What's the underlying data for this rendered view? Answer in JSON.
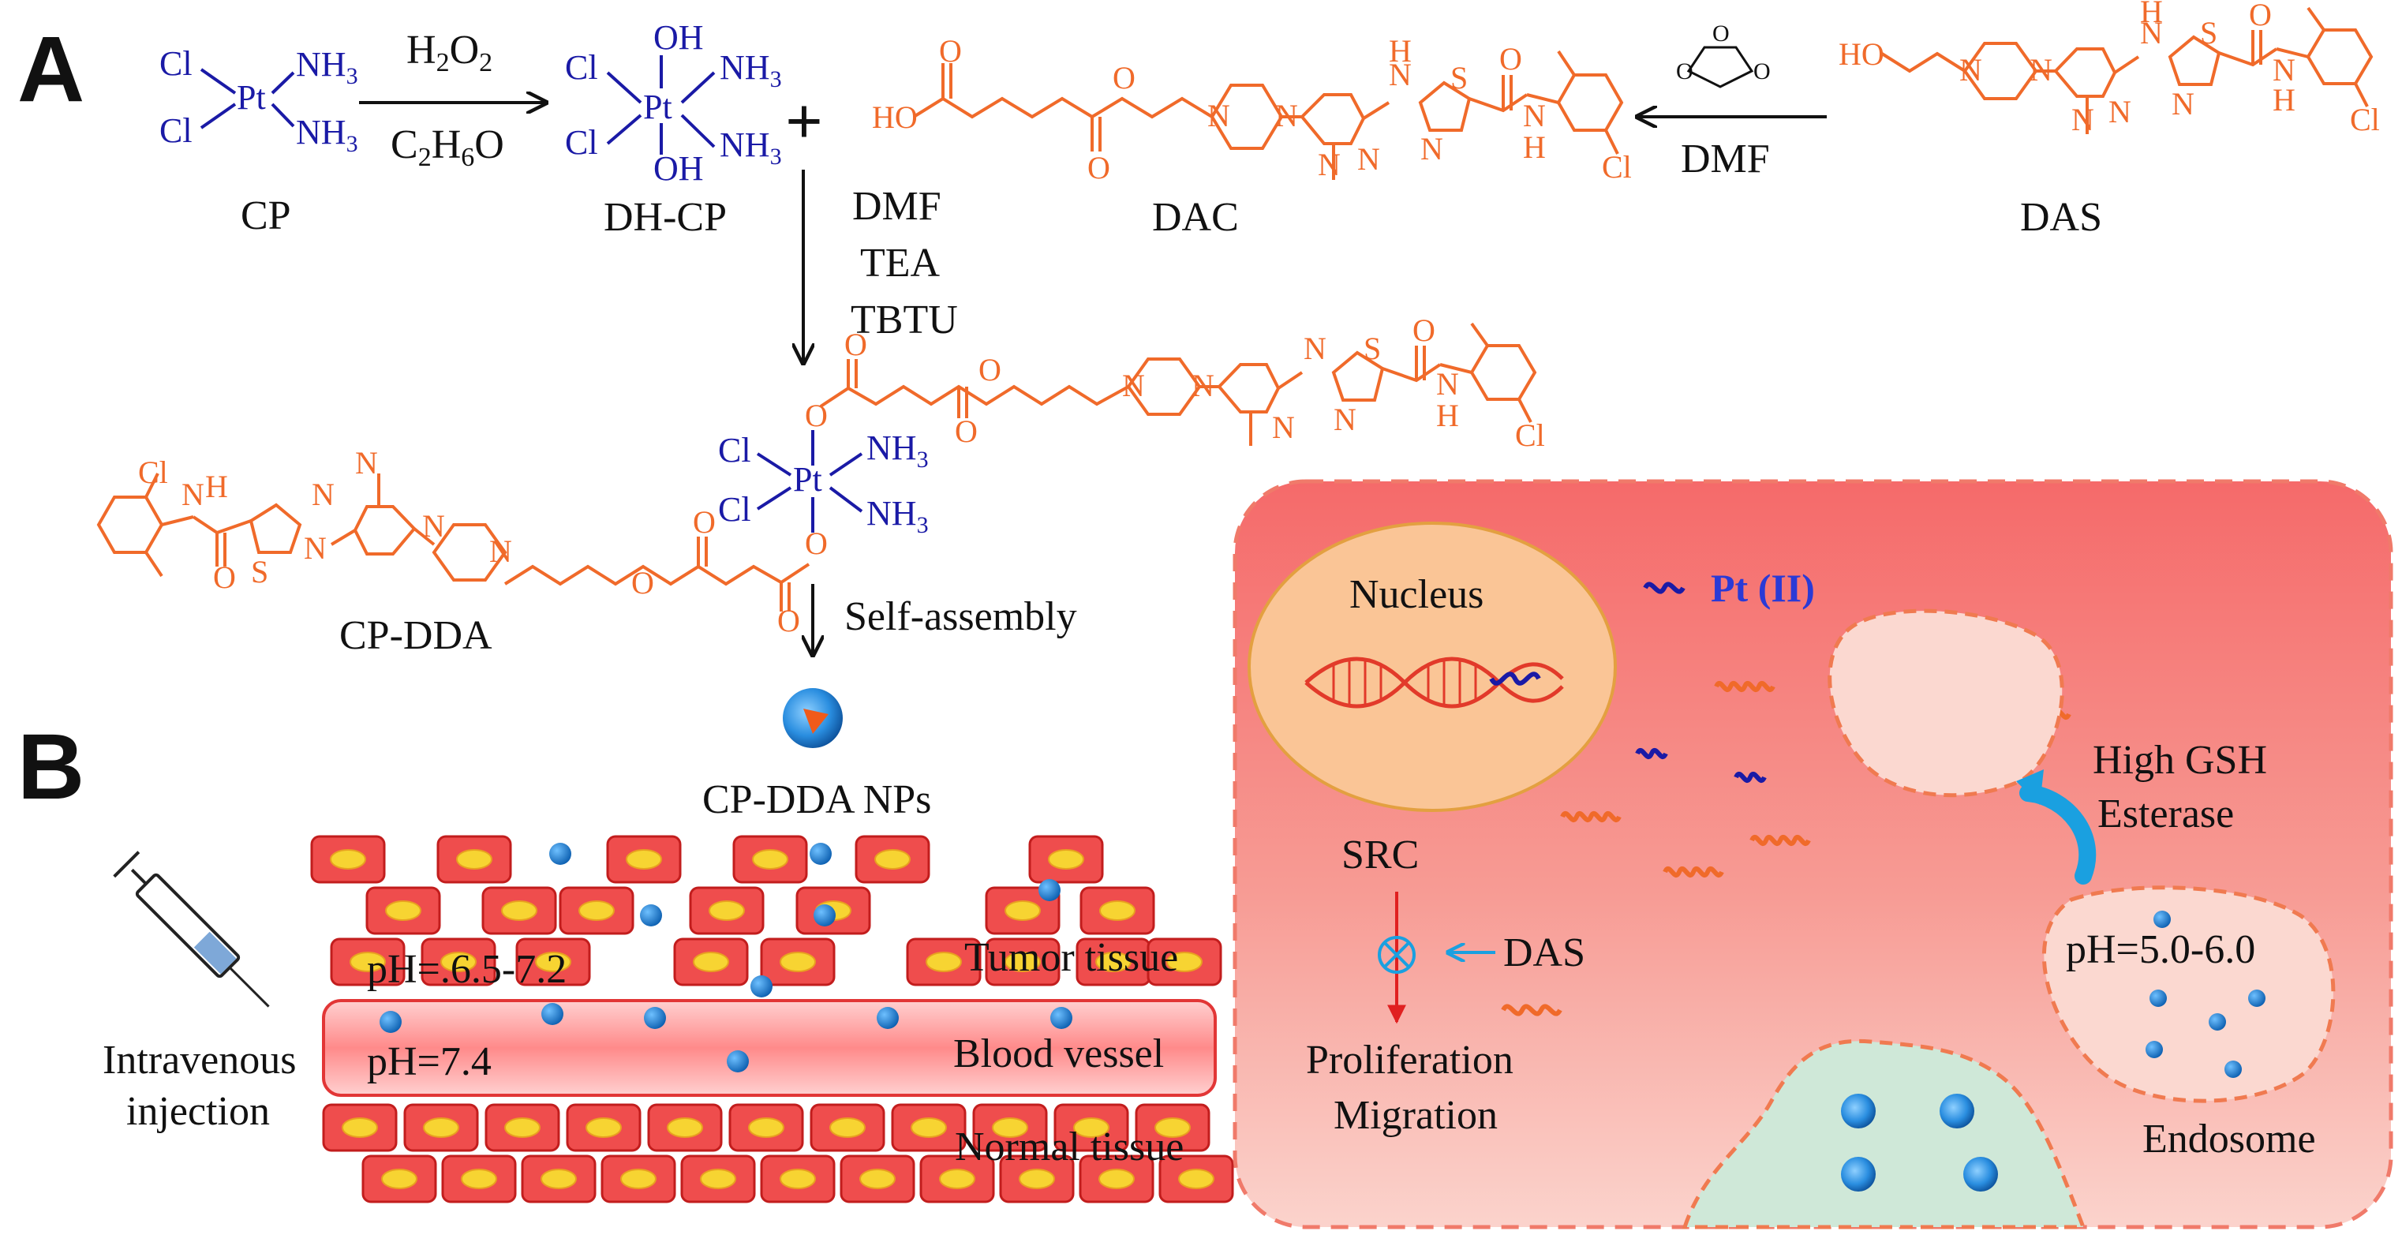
{
  "panels": {
    "a": "A",
    "b": "B"
  },
  "reaction": {
    "cp_cl1": "Cl",
    "cp_cl2": "Cl",
    "cp_pt": "Pt",
    "cp_nh1": "NH3",
    "cp_nh2": "NH3",
    "h2o2": "H2O2",
    "ethanol": "C2H6O",
    "dh_oh1": "OH",
    "dh_oh2": "OH",
    "dh_cl1": "Cl",
    "dh_cl2": "Cl",
    "dh_pt": "Pt",
    "dh_nh1": "NH3",
    "dh_nh2": "NH3",
    "plus": "+",
    "cp_label": "CP",
    "dhcp_label": "DH-CP",
    "dac_label": "DAC",
    "das_label": "DAS",
    "dmf_right": "DMF",
    "dmf": "DMF",
    "tea": "TEA",
    "tbtu": "TBTU",
    "cpdda_label": "CP-DDA",
    "self_assembly": "Self-assembly",
    "ho_dac": "HO",
    "ho_das": "HO",
    "atoms": {
      "O": "O",
      "N": "N",
      "S": "S",
      "H": "H",
      "Cl": "Cl"
    }
  },
  "scheme_b": {
    "nps_label": "CP-DDA NPs",
    "injection_line1": "Intravenous",
    "injection_line2": "injection",
    "ph_tumor": "pH=.6.5-7.2",
    "tumor_tissue": "Tumor tissue",
    "ph_blood": "pH=7.4",
    "blood_vessel": "Blood vessel",
    "normal_tissue": "Normal tissue",
    "nucleus": "Nucleus",
    "pt_ii": "Pt (II)",
    "src": "SRC",
    "das": "DAS",
    "proliferation": "Proliferation",
    "migration": "Migration",
    "high_gsh": "High GSH",
    "esterase": "Esterase",
    "ph_endosome": "pH=5.0-6.0",
    "endosome": "Endosome"
  },
  "colors": {
    "pt_blue": "#1a1aa6",
    "drug_orange": "#f06a2a",
    "cell_red": "#ef4a4a",
    "np_blue": "#1f7fd0"
  }
}
